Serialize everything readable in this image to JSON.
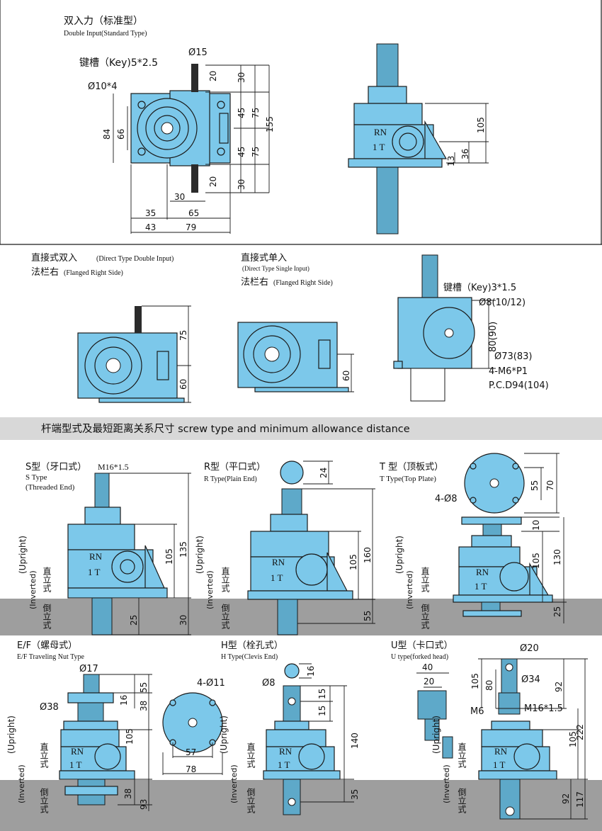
{
  "sections": {
    "banner": "杆端型式及最短距离关系尺寸 screw type and minimum allowance distance"
  },
  "top_left": {
    "title_cn": "双入力（标准型）",
    "title_en": "Double Input(Standard Type)",
    "key_label": "键槽（Key)5*2.5",
    "hole_label": "Ø10*4",
    "shaft_dia": "Ø15",
    "dims": [
      "20",
      "30",
      "45",
      "75",
      "155",
      "45",
      "75",
      "30",
      "20",
      "84",
      "66",
      "30",
      "35",
      "65",
      "43",
      "79"
    ]
  },
  "top_right": {
    "plate_text_1": "RN",
    "plate_text_2": "1 T",
    "dims": [
      "105",
      "36",
      "13"
    ]
  },
  "mid_left": {
    "title_cn": "直接式双入",
    "title_en": "(Direct Type Double Input)",
    "sub_cn": "法栏右",
    "sub_en": "(Flanged Right Side)",
    "dims": [
      "75",
      "60"
    ]
  },
  "mid_center": {
    "title_cn": "直接式单入",
    "title_en": "(Direct Type Single Input)",
    "sub_cn": "法栏右",
    "sub_en": "(Flanged Right Side)",
    "dims": [
      "60"
    ]
  },
  "mid_right": {
    "key_label": "键槽（Key)3*1.5",
    "labels": [
      "Ø8(10/12)",
      "80(90)",
      "Ø73(83)",
      "4-M6*P1",
      "P.C.D94(104)"
    ]
  },
  "s_type": {
    "title_cn": "S型（牙口式）",
    "title_en_1": "S Type",
    "title_en_2": "(Threaded End)",
    "thread": "M16*1.5",
    "dims": [
      "105",
      "135",
      "25",
      "30"
    ]
  },
  "r_type": {
    "title_cn": "R型（平口式）",
    "title_en": "R Type(Plain End)",
    "dims": [
      "24",
      "105",
      "160",
      "55"
    ]
  },
  "t_type": {
    "title_cn": "T 型（顶板式）",
    "title_en": "T Type(Top Plate)",
    "holes": "4-Ø8",
    "dims": [
      "55",
      "70",
      "10",
      "105",
      "130",
      "25"
    ]
  },
  "ef_type": {
    "title_cn": "E/F（螺母式）",
    "title_en": "E/F Traveling Nut Type",
    "dia_top": "Ø17",
    "dia_nut": "Ø38",
    "dims": [
      "55",
      "38",
      "16",
      "105",
      "38",
      "93"
    ]
  },
  "flange": {
    "holes": "4-Ø11",
    "dims": [
      "57",
      "78"
    ]
  },
  "h_type": {
    "title_cn": "H型（栓孔式）",
    "title_en": "H Type(Clevis End)",
    "pin": "Ø8",
    "dims": [
      "16",
      "15",
      "15",
      "140",
      "35"
    ]
  },
  "u_type": {
    "title_cn": "U型（卡口式）",
    "title_en": "U type(forked head)",
    "labels": [
      "Ø20",
      "Ø34",
      "M6",
      "M16*1.5"
    ],
    "dims": [
      "40",
      "20",
      "105",
      "80",
      "92",
      "105",
      "222",
      "92",
      "117"
    ]
  },
  "orientation": {
    "upright_cn": "直立式",
    "upright_en": "(Upright)",
    "inverted_cn": "倒立式",
    "inverted_en": "(Inverted)"
  },
  "colors": {
    "body": "#7cc8ea",
    "outline": "#1a1a1a",
    "band": "#d8d8d8",
    "inverted_band": "#9e9e9e"
  }
}
